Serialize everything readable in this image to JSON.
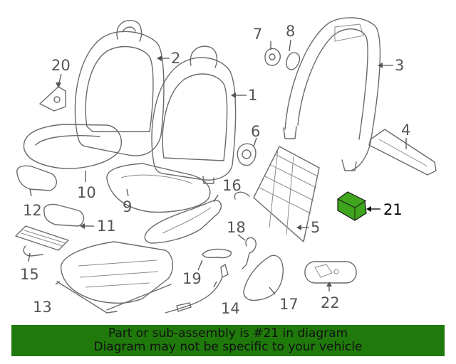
{
  "diagram": {
    "highlight_part": "21",
    "highlight_color": "#3fa51c",
    "callouts": {
      "c1": "1",
      "c2": "2",
      "c3": "3",
      "c4": "4",
      "c5": "5",
      "c6": "6",
      "c7": "7",
      "c8": "8",
      "c9": "9",
      "c10": "10",
      "c11": "11",
      "c12": "12",
      "c13": "13",
      "c14": "14",
      "c15": "15",
      "c16": "16",
      "c17": "17",
      "c18": "18",
      "c19": "19",
      "c20": "20",
      "c21": "21",
      "c22": "22"
    }
  },
  "banner": {
    "line1": "Part or sub-assembly is #21 in diagram",
    "line2": "Diagram may not be specific to your vehicle",
    "background": "#1f7a0b"
  }
}
